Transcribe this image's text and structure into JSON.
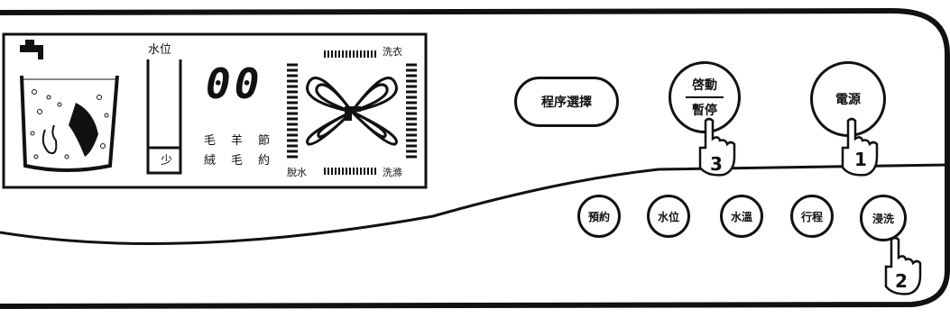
{
  "display": {
    "water_level_label": "水位",
    "level_low": "少",
    "segment_value": "00",
    "fabric_wool_1": "毛",
    "fabric_wool_2": "絨",
    "fabric_lamb_1": "羊",
    "fabric_lamb_2": "毛",
    "fabric_save_1": "節",
    "fabric_save_2": "約",
    "stage_wash": "洗衣",
    "stage_spin": "脫水",
    "stage_rinse": "洗滌"
  },
  "buttons": {
    "program_select": "程序選擇",
    "start_pause_top": "啓動",
    "start_pause_bottom": "暫停",
    "power": "電源",
    "reserve": "預約",
    "water_level": "水位",
    "water_temp": "水溫",
    "course": "行程",
    "soak": "浸洗"
  },
  "steps": {
    "step_1": "1",
    "step_2": "2",
    "step_3": "3"
  }
}
